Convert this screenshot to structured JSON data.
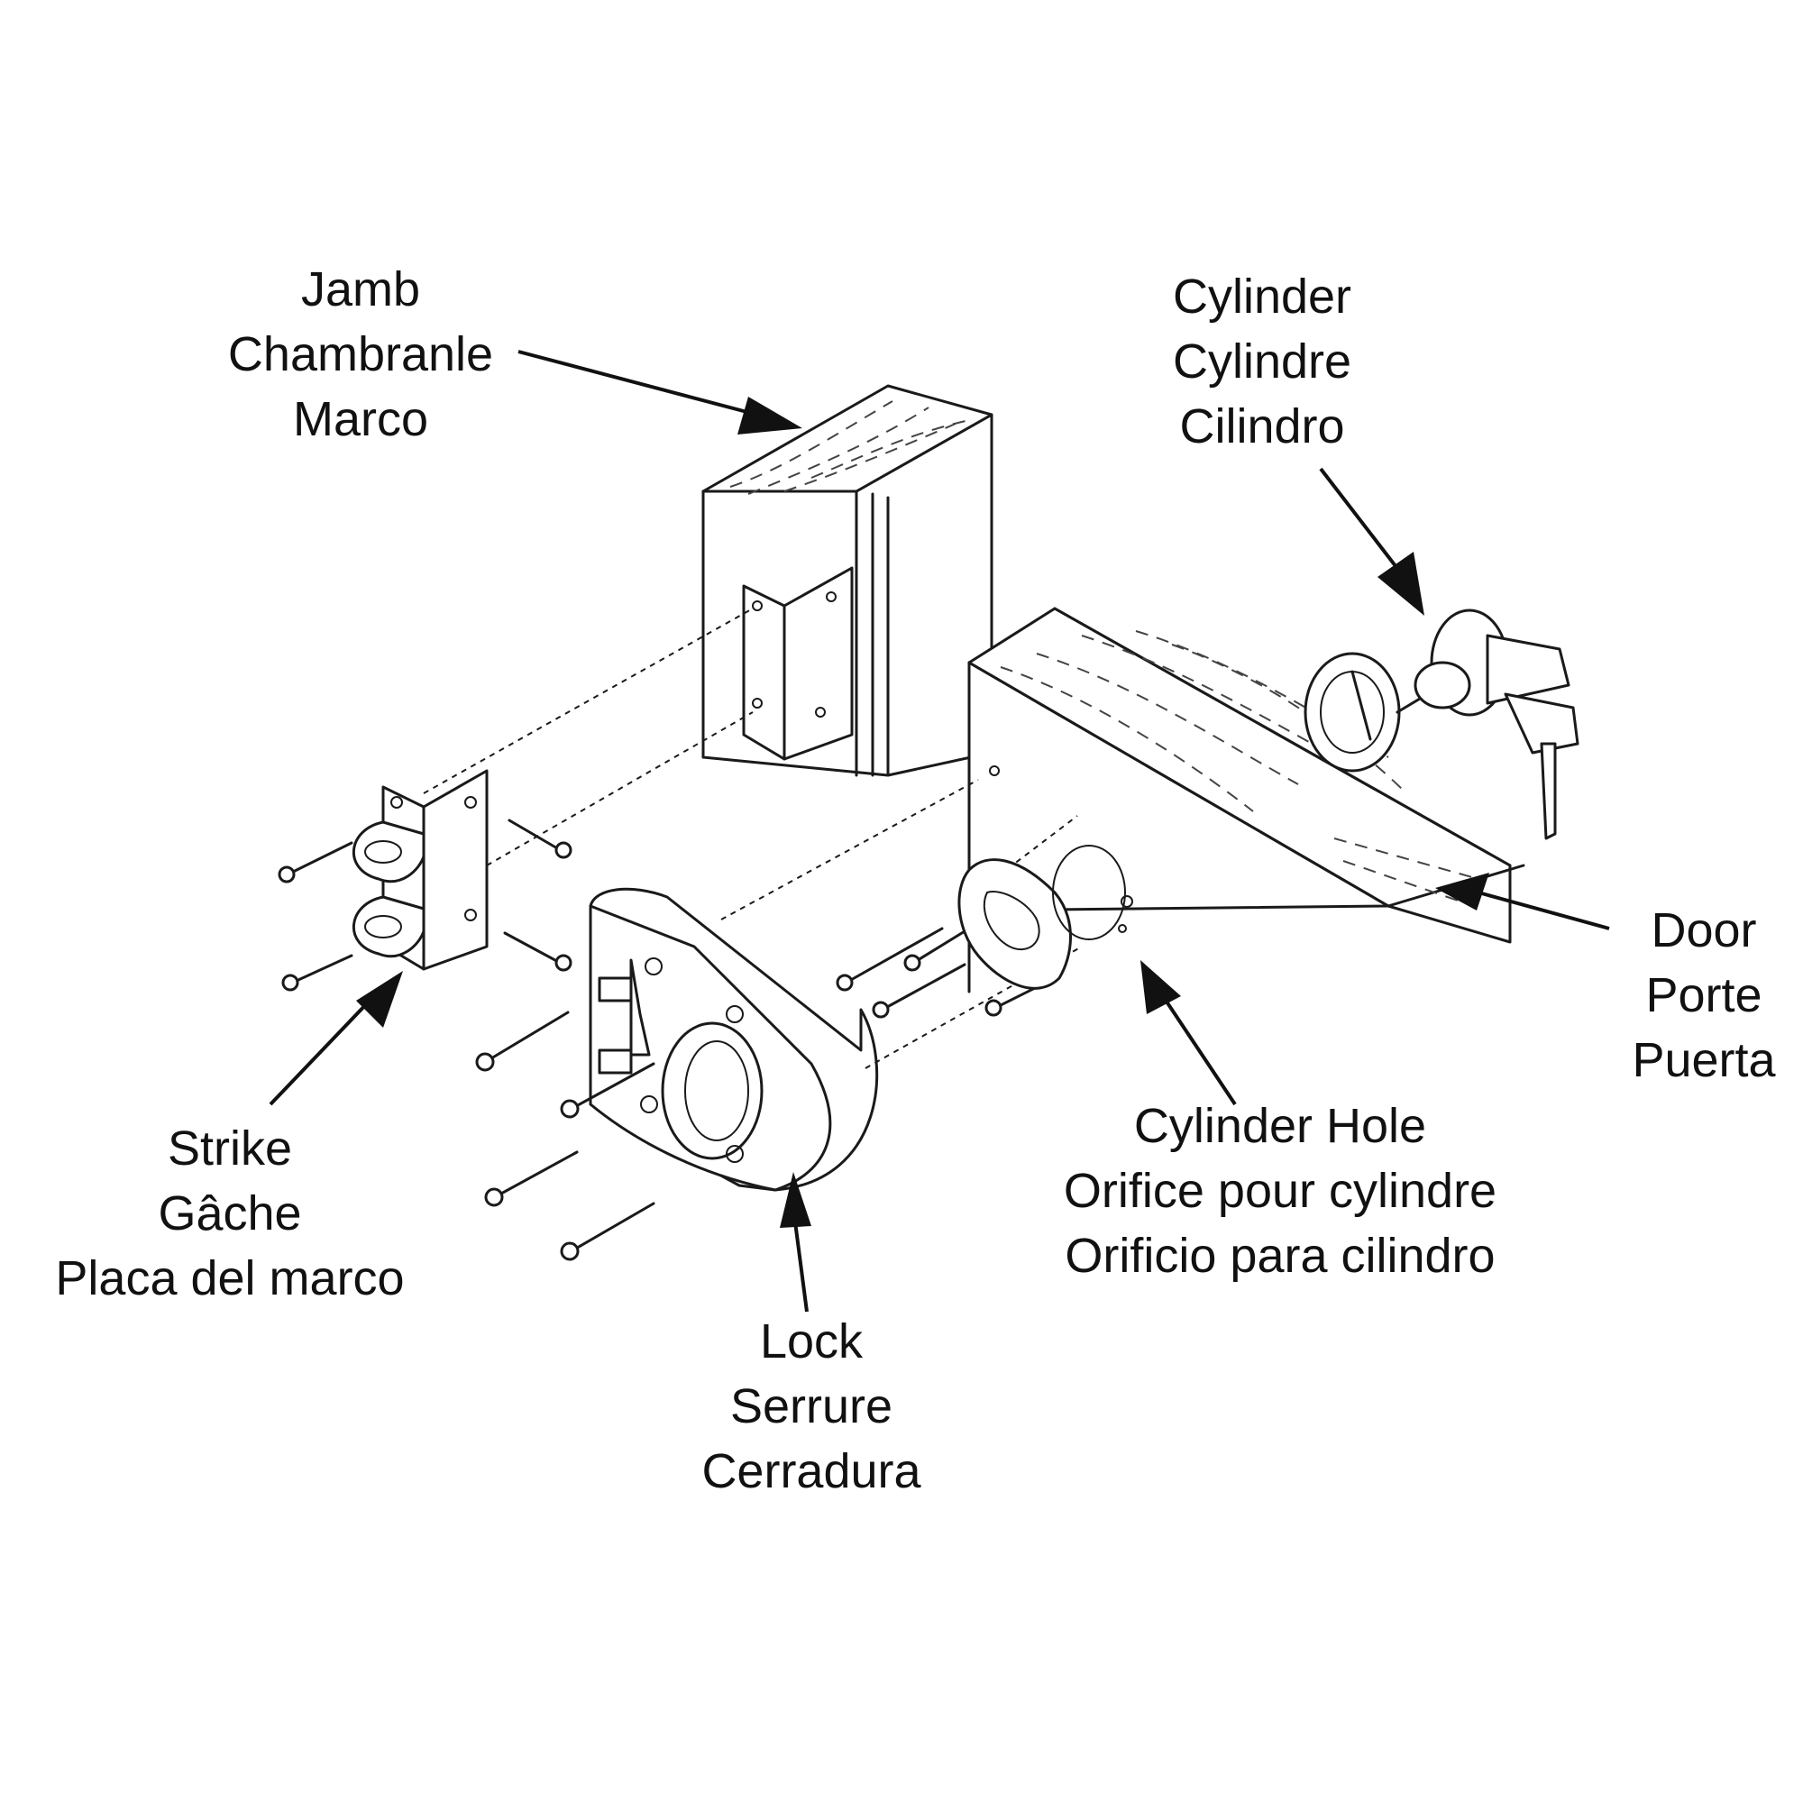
{
  "labels": {
    "jamb": [
      "Jamb",
      "Chambranle",
      "Marco"
    ],
    "cylinder": [
      "Cylinder",
      "Cylindre",
      "Cilindro"
    ],
    "door": [
      "Door",
      "Porte",
      "Puerta"
    ],
    "strike": [
      "Strike",
      "Gâche",
      "Placa del marco"
    ],
    "cylinder_hole": [
      "Cylinder Hole",
      "Orifice pour cylindre",
      "Orificio para cilindro"
    ],
    "lock": [
      "Lock",
      "Serrure",
      "Cerradura"
    ]
  }
}
